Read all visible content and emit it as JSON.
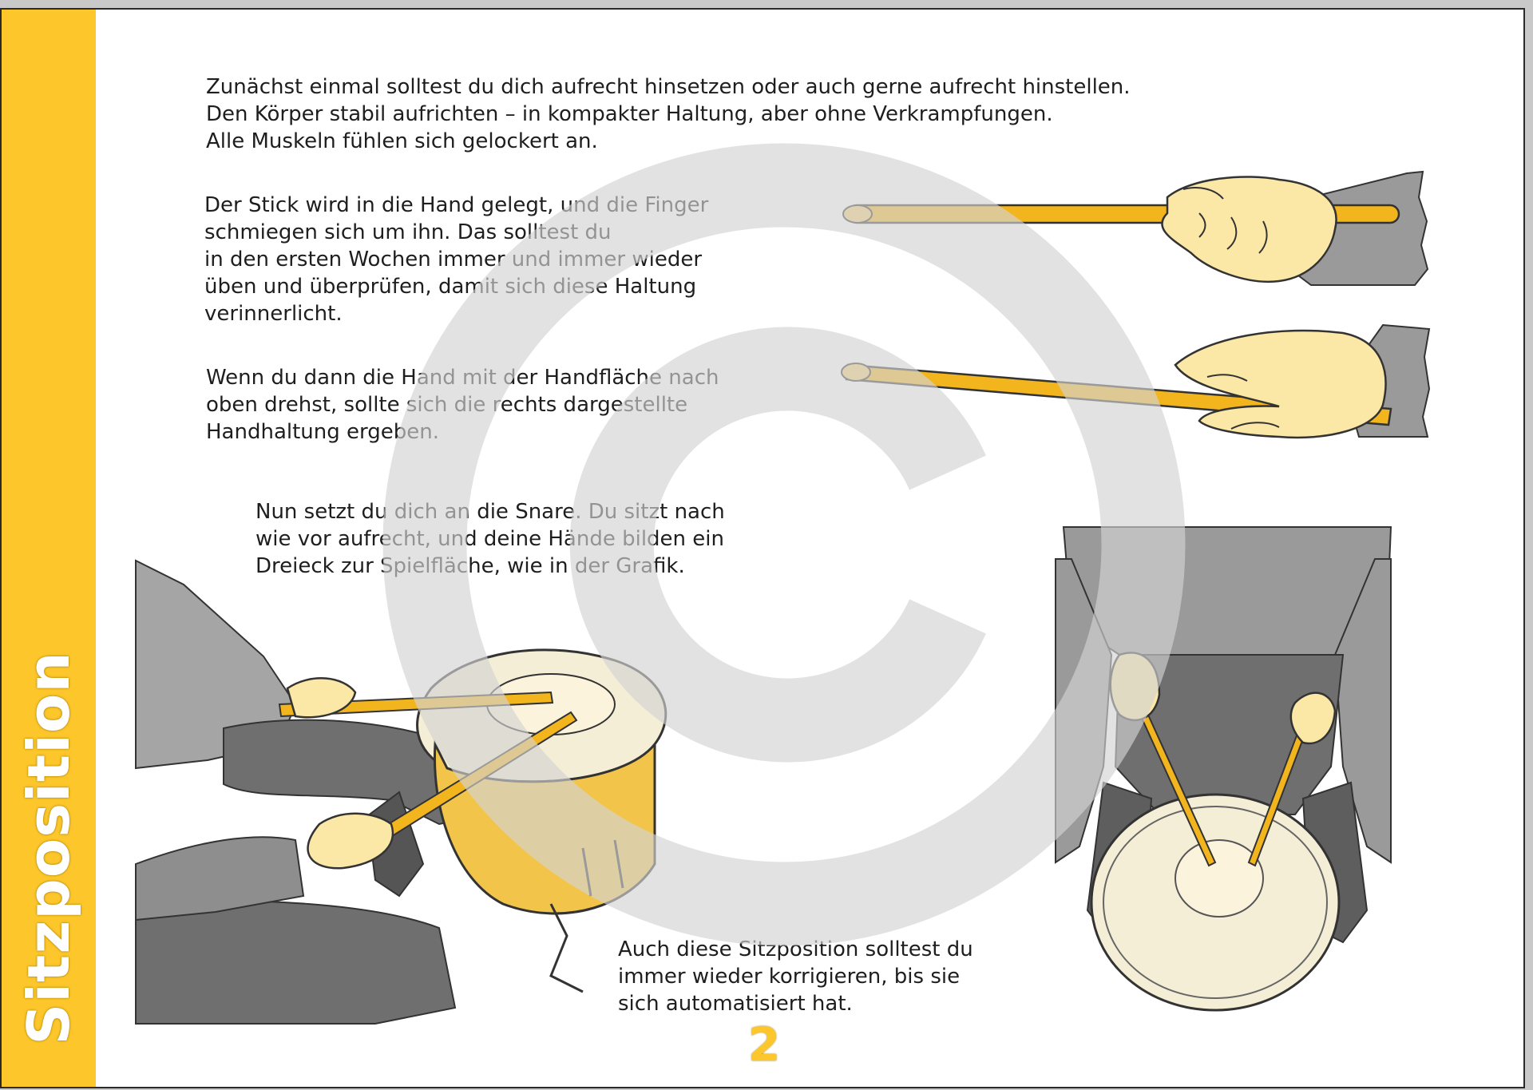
{
  "sidebar": {
    "title": "Sitzposition",
    "color": "#fdc72c"
  },
  "paragraphs": {
    "intro": "Zunächst einmal solltest du dich aufrecht hinsetzen oder auch gerne aufrecht hinstellen.\nDen Körper stabil aufrichten – in kompakter Haltung, aber ohne Verkrampfungen.\nAlle Muskeln fühlen sich gelockert an.",
    "stick": "Der Stick wird in die Hand gelegt, und die Finger\nschmiegen sich um ihn. Das solltest du\nin den ersten Wochen immer und immer wieder\nüben und überprüfen, damit sich diese Haltung\nverinnerlicht.",
    "palm": "Wenn du dann die Hand mit der Handfläche nach\noben drehst, sollte sich die rechts dargestellte\nHandhaltung ergeben.",
    "snare": "Nun setzt du dich an die Snare. Du sitzt nach\nwie vor aufrecht, und deine Hände bilden ein\nDreieck zur Spielfläche, wie in der Grafik.",
    "correct": "Auch diese Sitzposition solltest du\nimmer wieder korrigieren, bis sie\nsich automatisiert hat."
  },
  "page_number": "2",
  "colors": {
    "accent": "#fdc72c",
    "stick": "#f2b51e",
    "skin": "#fbe7a6",
    "sleeve": "#9a9a9a",
    "trousers": "#6f6f6f",
    "watermark": "#d9d9d9"
  },
  "illustrations": {
    "hand_top": "hand-holding-stick-icon",
    "hand_bottom": "palm-up-stick-icon",
    "side_view": "side-view-snare-drummer-icon",
    "top_view": "top-view-snare-drummer-icon",
    "watermark": "copyright-icon"
  }
}
